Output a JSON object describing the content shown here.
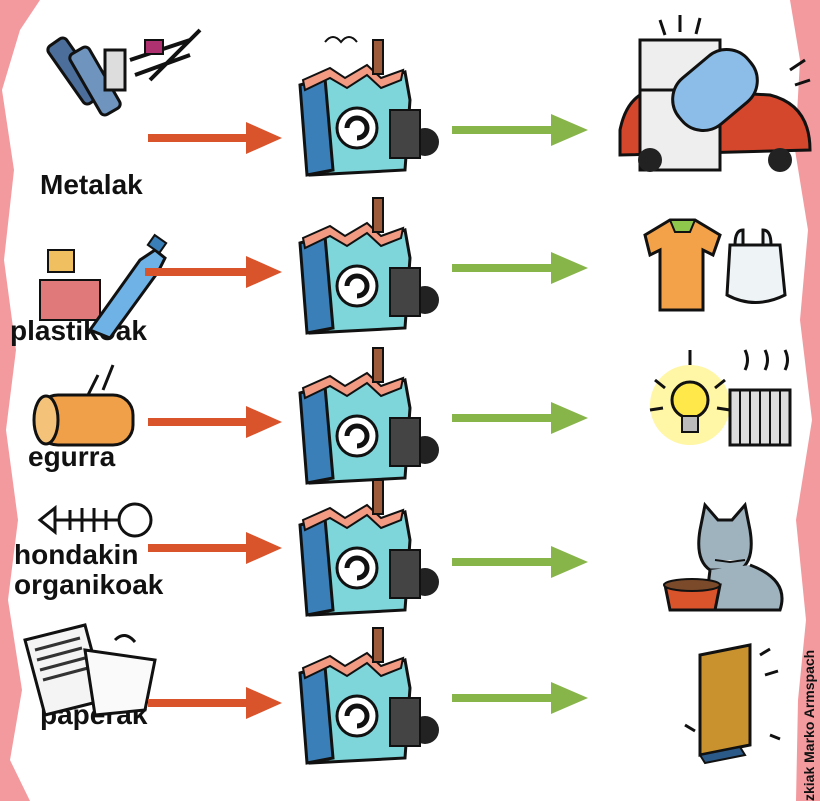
{
  "colors": {
    "background_pink": "#f39a9f",
    "panel": "#ffffff",
    "arrow_in": "#d9532b",
    "arrow_out": "#88b54a",
    "factory_blue": "#3a7fb7",
    "factory_cyan": "#7ed6da",
    "factory_roof": "#f29a82"
  },
  "rows": [
    {
      "label_lines": [
        "Metalak"
      ],
      "input_icon": "metal-scrap-icon",
      "output_icon": "fridge-car-icon"
    },
    {
      "label_lines": [
        "plastikoak"
      ],
      "input_icon": "plastic-bottle-icon",
      "output_icon": "shirt-bag-icon"
    },
    {
      "label_lines": [
        "egurra"
      ],
      "input_icon": "wood-log-icon",
      "output_icon": "lightbulb-radiator-icon"
    },
    {
      "label_lines": [
        "hondakin",
        "organikoak"
      ],
      "input_icon": "fish-bone-icon",
      "output_icon": "cat-food-icon"
    },
    {
      "label_lines": [
        "paperak"
      ],
      "input_icon": "newspaper-icon",
      "output_icon": "book-icon"
    }
  ],
  "factory_icon": "recycling-factory-icon",
  "credit": "zkiak Marko Armspach"
}
